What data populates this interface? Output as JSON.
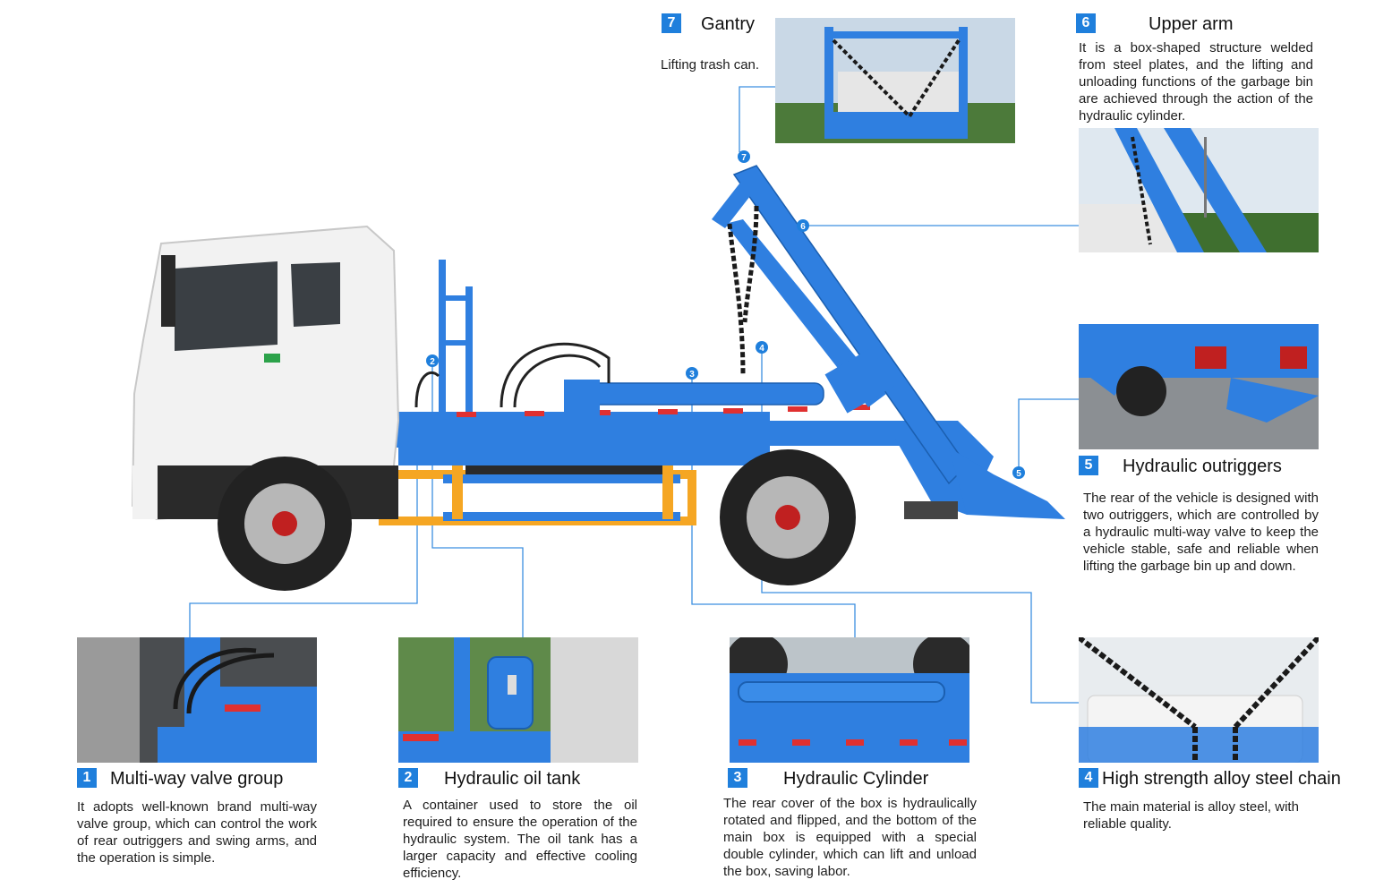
{
  "features": [
    {
      "num": "7",
      "title": "Gantry",
      "desc": "Lifting trash can."
    },
    {
      "num": "6",
      "title": "Upper arm",
      "desc": "It is a box-shaped structure welded from steel plates, and the lifting and unloading functions of the garbage bin are achieved through the action of the hydraulic cylinder."
    },
    {
      "num": "5",
      "title": "Hydraulic outriggers",
      "desc": "The rear of the vehicle is designed with two outriggers, which are controlled by a hydraulic multi-way valve to keep the vehicle stable, safe and reliable when lifting the garbage bin up and down."
    },
    {
      "num": "1",
      "title": "Multi-way valve group",
      "desc": "It adopts well-known brand multi-way valve group, which can control the work of rear outriggers and swing arms, and the operation is simple."
    },
    {
      "num": "2",
      "title": "Hydraulic oil tank",
      "desc": "A container used to store the oil required to ensure the operation of the hydraulic system. The oil tank has a larger capacity and effective cooling efficiency."
    },
    {
      "num": "3",
      "title": "Hydraulic Cylinder",
      "desc": "The rear cover of the box is hydraulically rotated and flipped, and the bottom of the main box is equipped with a special double cylinder, which can lift and unload the box, saving labor."
    },
    {
      "num": "4",
      "title": "High strength alloy steel chain",
      "desc": "The main material is alloy steel, with reliable quality."
    }
  ],
  "callouts": [
    "7",
    "6",
    "5",
    "4",
    "3",
    "2"
  ],
  "colors": {
    "accent": "#1f7fdc",
    "body_blue": "#2f7fe0",
    "stripe_orange": "#f5a623",
    "cab_white": "#f2f2f2"
  }
}
